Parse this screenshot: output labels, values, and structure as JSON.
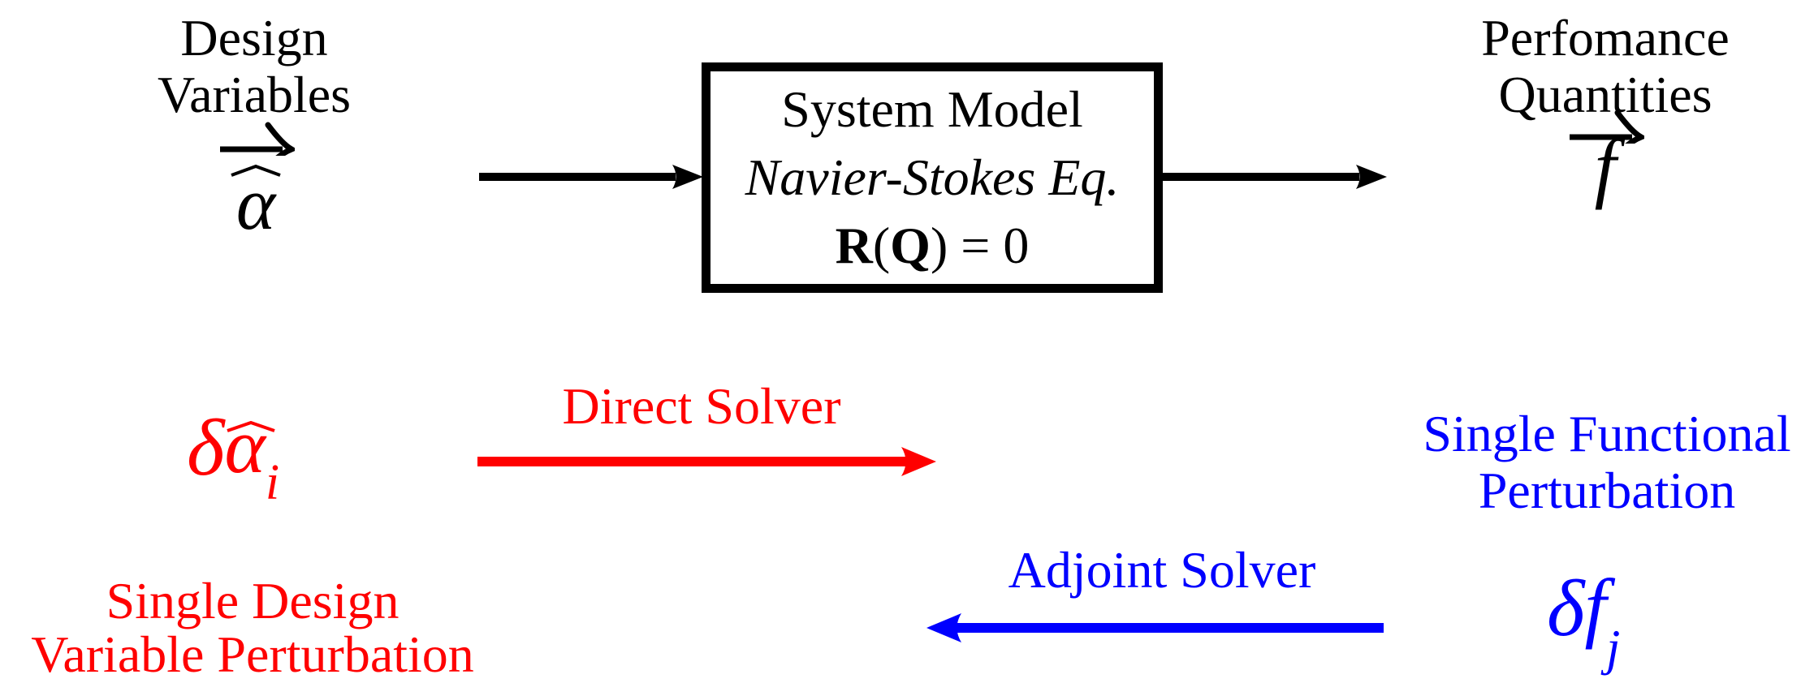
{
  "colors": {
    "black": "#000000",
    "red": "#ff0000",
    "blue": "#0000ff",
    "background": "#ffffff"
  },
  "top_row": {
    "design_variables": {
      "line1": "Design",
      "line2": "Variables",
      "symbol_letter": "α"
    },
    "system_model_box": {
      "title": "System Model",
      "subtitle": "Navier-Stokes Eq.",
      "equation": {
        "r": "R",
        "open": "(",
        "q": "Q",
        "tail": ") = 0"
      }
    },
    "performance_quantities": {
      "line1": "Perfomance",
      "line2": "Quantities",
      "symbol_letter": "f"
    }
  },
  "direct_row": {
    "perturbation_symbol": {
      "delta": "δ",
      "letter": "α",
      "subscript": "i"
    },
    "arrow_label": "Direct Solver"
  },
  "adjoint_row": {
    "arrow_label": "Adjoint Solver",
    "functional_caption": {
      "line1": "Single Functional",
      "line2": "Perturbation"
    },
    "design_caption": {
      "line1": "Single Design",
      "line2": "Variable Perturbation"
    },
    "functional_symbol": {
      "delta": "δ",
      "letter": "f",
      "subscript": "j"
    }
  }
}
